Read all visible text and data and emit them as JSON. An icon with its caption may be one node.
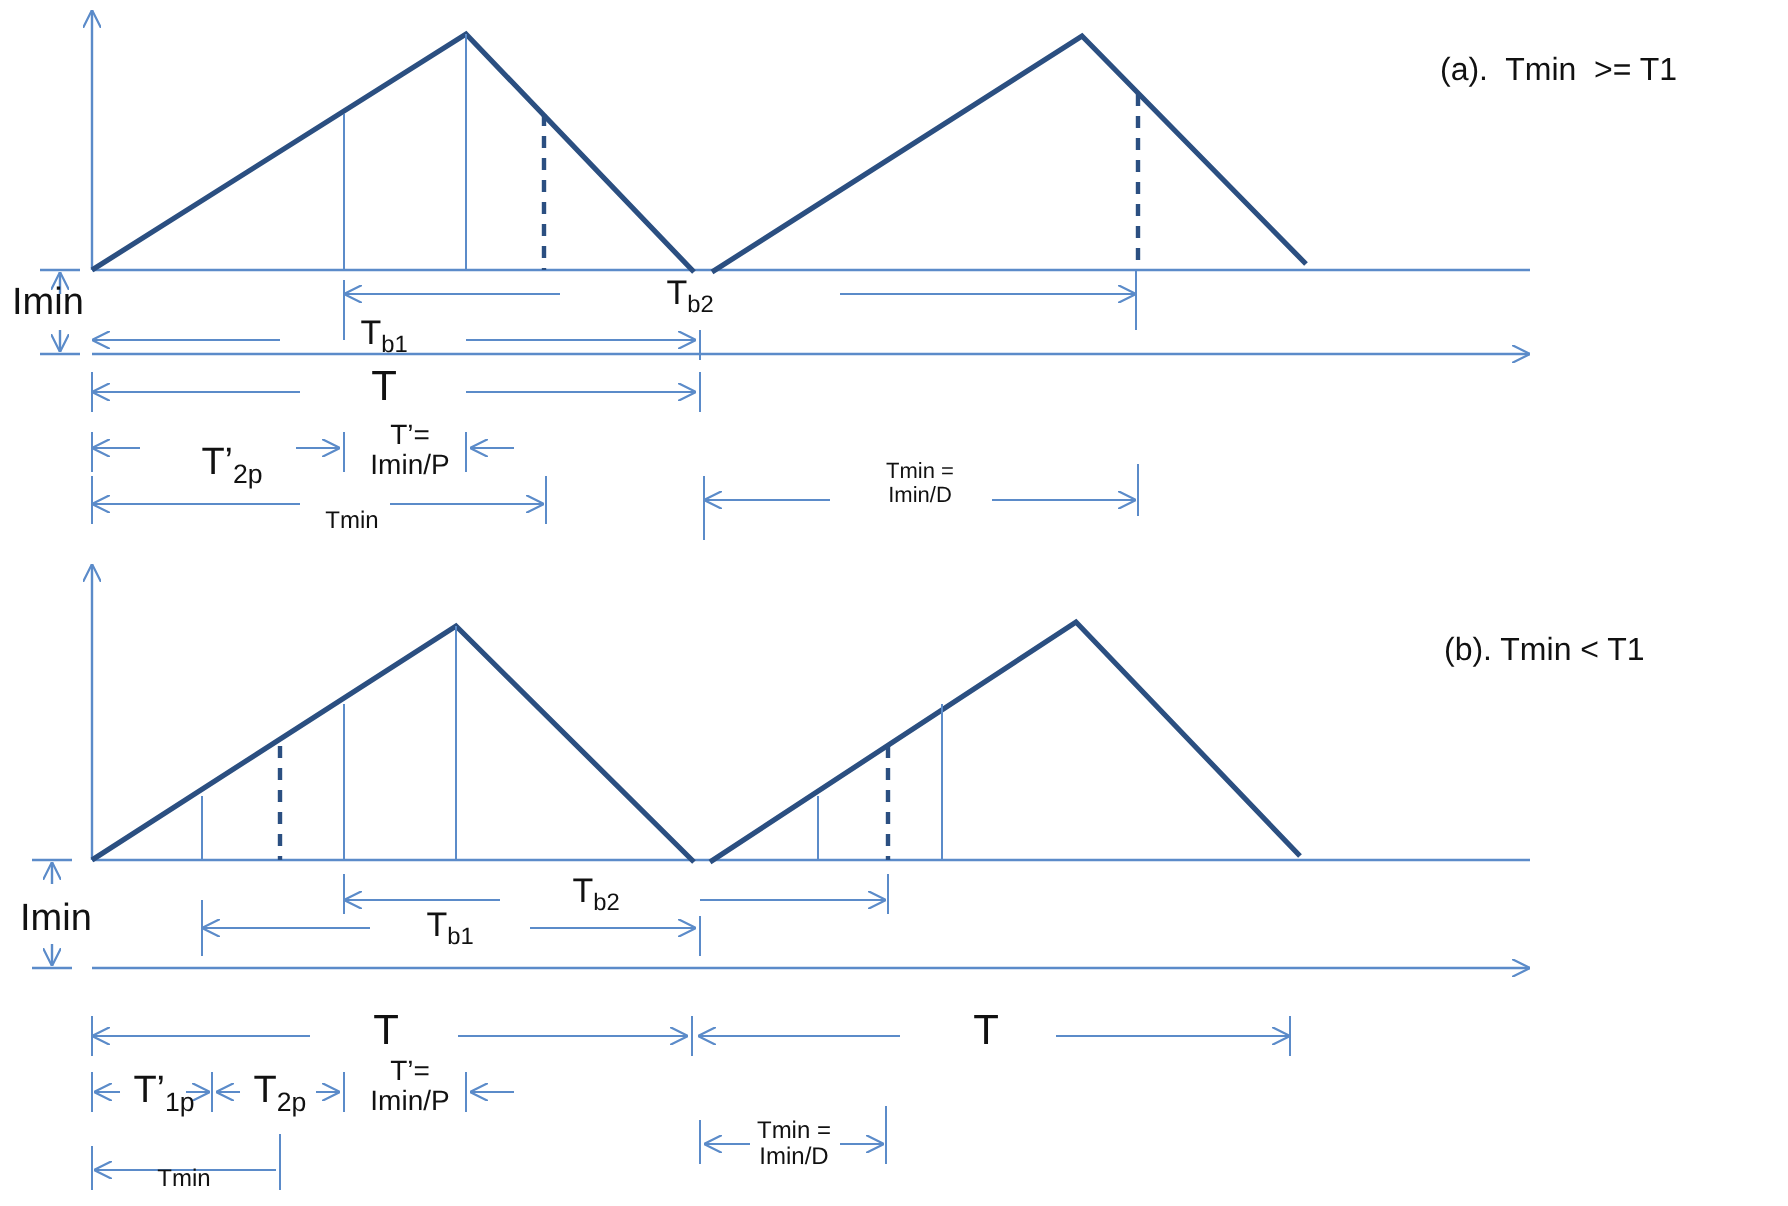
{
  "diagram": {
    "labels": [
      "(a).  Tmin  >= T1",
      "Imin",
      "T$_{b2}$",
      "T$_{b1}$",
      "T",
      "T’$_{2p}$",
      "T’= Imin/P",
      "Tmin",
      "Tmin = Imin/D",
      "(b). Tmin < T1",
      "Imin",
      "T$_{b2}$",
      "T$_{b1}$",
      "T",
      "T",
      "T’$_{1p}$",
      "T$_{2p}$",
      "T’= Imin/P",
      "Tmin = Imin/D",
      "Tmin"
    ]
  }
}
